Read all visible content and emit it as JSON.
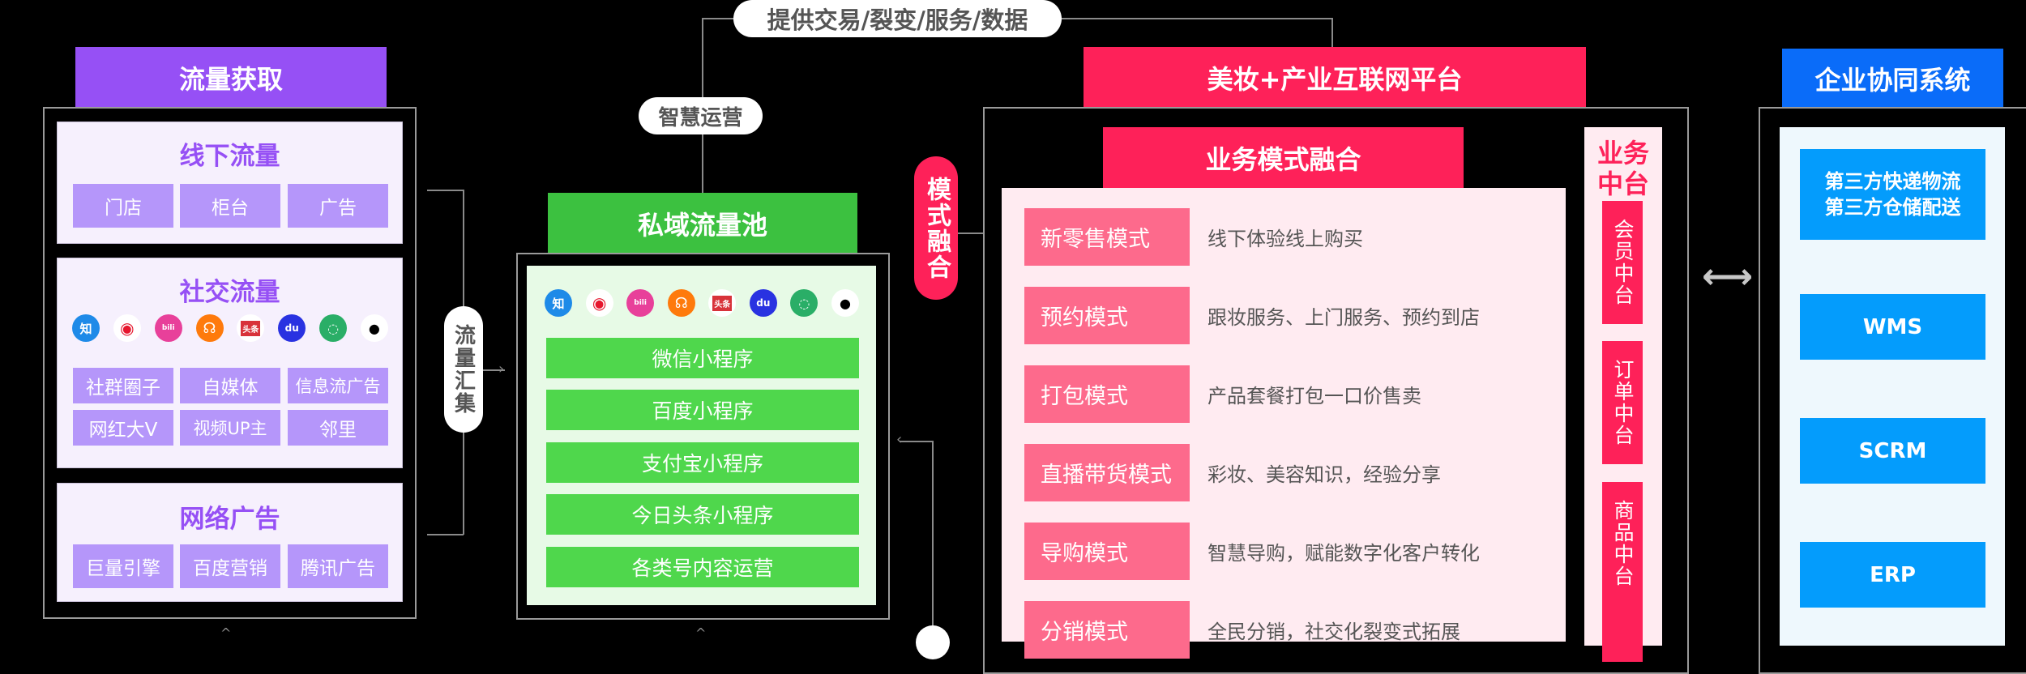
{
  "top_label": "提供交易/裂变/服务/数据",
  "smart_ops_label": "智慧运营",
  "traffic_acquisition": {
    "title": "流量获取",
    "color": "#9650f5",
    "offline": {
      "title": "线下流量",
      "tags": [
        "门店",
        "柜台",
        "广告"
      ]
    },
    "social": {
      "title": "社交流量",
      "icons": [
        {
          "name": "zhihu-icon",
          "glyph": "知",
          "bg": "#1e8ae8",
          "fg": "#ffffff"
        },
        {
          "name": "weibo-icon",
          "glyph": "◉",
          "bg": "#ffffff",
          "fg": "#e6162d"
        },
        {
          "name": "bilibili-icon",
          "glyph": "bili",
          "bg": "#e8409a",
          "fg": "#ffffff"
        },
        {
          "name": "kuaishou-icon",
          "glyph": "☊",
          "bg": "#fe7a0c",
          "fg": "#ffffff"
        },
        {
          "name": "toutiao-icon",
          "glyph": "头条",
          "bg": "#ffffff",
          "fg": "#d8323a"
        },
        {
          "name": "baidu-icon",
          "glyph": "du",
          "bg": "#2932e1",
          "fg": "#ffffff"
        },
        {
          "name": "wechat-icon",
          "glyph": "◌",
          "bg": "#2aae67",
          "fg": "#ffffff"
        },
        {
          "name": "qq-icon",
          "glyph": "🐧",
          "bg": "#ffffff",
          "fg": "#000000"
        }
      ],
      "tags": [
        "社群圈子",
        "自媒体",
        "信息流广告",
        "网红大V",
        "视频UP主",
        "邻里"
      ]
    },
    "network_ads": {
      "title": "网络广告",
      "tags": [
        "巨量引擎",
        "百度营销",
        "腾讯广告"
      ]
    }
  },
  "traffic_gather_label": "流量汇集",
  "private_pool": {
    "title": "私域流量池",
    "color": "#3cc140",
    "items": [
      "微信小程序",
      "百度小程序",
      "支付宝小程序",
      "今日头条小程序",
      "各类号内容运营"
    ]
  },
  "mode_fusion_label": "模式融合",
  "platform": {
    "title": "美妆+产业互联网平台",
    "color": "#fe2159",
    "business_fusion": {
      "title": "业务模式融合",
      "rows": [
        {
          "label": "新零售模式",
          "desc": "线下体验线上购买"
        },
        {
          "label": "预约模式",
          "desc": "跟妆服务、上门服务、预约到店"
        },
        {
          "label": "打包模式",
          "desc": "产品套餐打包一口价售卖"
        },
        {
          "label": "直播带货模式",
          "desc": "彩妆、美容知识，经验分享"
        },
        {
          "label": "导购模式",
          "desc": "智慧导购，赋能数字化客户转化"
        },
        {
          "label": "分销模式",
          "desc": "全民分销，社交化裂变式拓展"
        }
      ]
    },
    "middle_platform": {
      "title": "业务中台",
      "items": [
        "会员中台",
        "订单中台",
        "商品中台"
      ]
    }
  },
  "enterprise": {
    "title": "企业协同系统",
    "color": "#0a6cf9",
    "items": [
      "第三方快递物流\n第三方仓储配送",
      "WMS",
      "SCRM",
      "ERP"
    ]
  }
}
